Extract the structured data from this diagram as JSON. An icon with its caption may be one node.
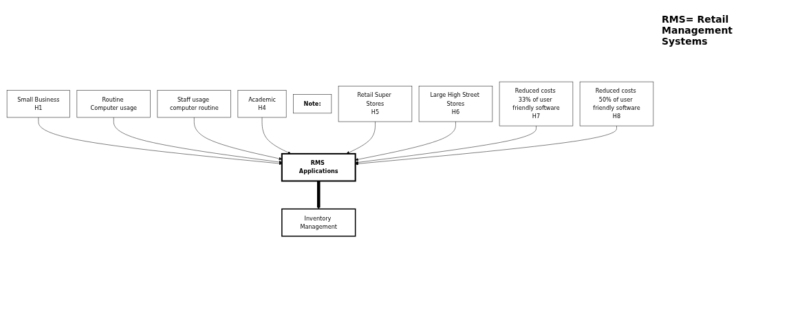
{
  "diagram": {
    "nodes": [
      {
        "text": [
          "Small Business",
          "H1"
        ]
      },
      {
        "text": [
          "Routine Computer usage"
        ]
      },
      {
        "text": [
          "Staff usage computer routine"
        ]
      },
      {
        "text": [
          "Academic",
          "H4"
        ]
      },
      {
        "text": [
          "Note:"
        ]
      },
      {
        "text": [
          "RMS Applications"
        ]
      },
      {
        "text": [
          "Inventory Management"
        ]
      },
      {
        "text": [
          "Retail Super Stores",
          "H5"
        ]
      },
      {
        "text": [
          "Large High Street Stores",
          "H6"
        ]
      },
      {
        "text": [
          "Reduced costs 33% of user friendly software",
          "H7"
        ]
      },
      {
        "text": [
          "Reduced costs 50% of user friendly software",
          "H8"
        ]
      }
    ],
    "edges": [
      {
        "from": 0,
        "to": 5,
        "arrow": "to"
      },
      {
        "from": 1,
        "to": 5,
        "arrow": "to"
      },
      {
        "from": 2,
        "to": 5,
        "arrow": "to"
      },
      {
        "from": 3,
        "to": 5,
        "arrow": "to"
      },
      {
        "from": 5,
        "to": 6,
        "arrow": "to",
        "style": "thick"
      },
      {
        "from": 7,
        "to": 5,
        "arrow": "to"
      },
      {
        "from": 8,
        "to": 5,
        "arrow": "to"
      },
      {
        "from": 9,
        "to": 5,
        "arrow": "to"
      },
      {
        "from": 10,
        "to": 5,
        "arrow": "to"
      }
    ],
    "labels": [
      "RMS= Retail Management Systems"
    ]
  }
}
